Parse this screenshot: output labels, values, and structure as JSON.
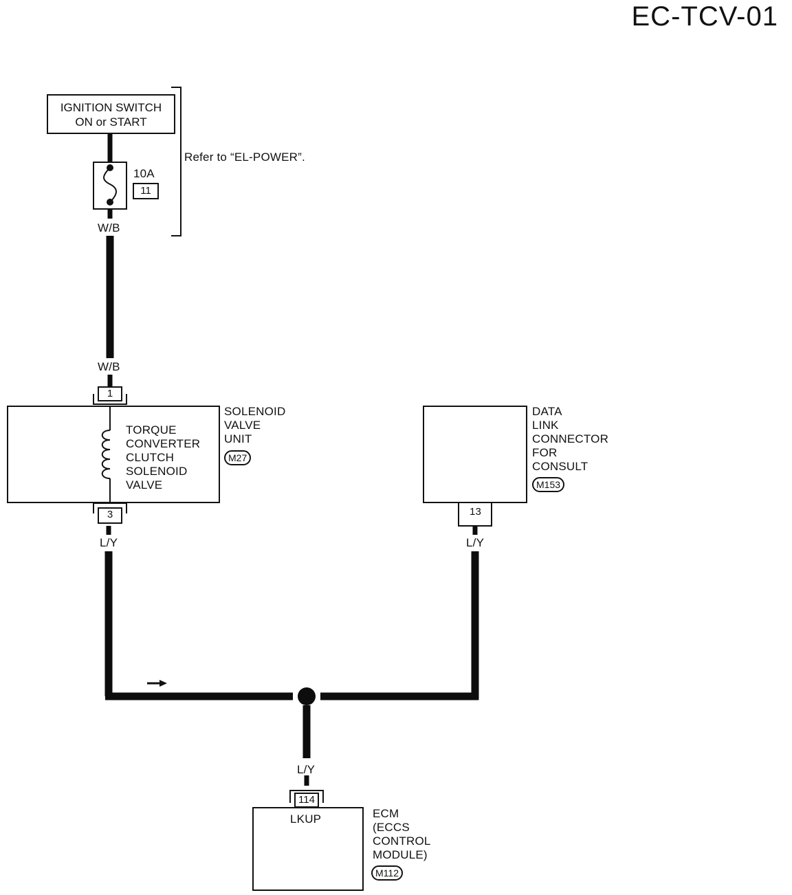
{
  "page_code": "EC-TCV-01",
  "ignition_switch": {
    "line1": "IGNITION SWITCH",
    "line2": "ON or START"
  },
  "fuse": {
    "rating": "10A",
    "number": "11"
  },
  "reference_note": "Refer to “EL-POWER”.",
  "wire_colors": {
    "ign_to_solenoid_top": "W/B",
    "ign_to_solenoid_bottom": "W/B",
    "solenoid_out": "L/Y",
    "dlc_out": "L/Y",
    "ecm_in": "L/Y"
  },
  "solenoid_unit": {
    "connector_pin_in": "1",
    "connector_pin_out": "3",
    "component_lines": [
      "TORQUE",
      "CONVERTER",
      "CLUTCH",
      "SOLENOID",
      "VALVE"
    ],
    "name_lines": [
      "SOLENOID",
      "VALVE",
      "UNIT"
    ],
    "connector_id": "M27"
  },
  "data_link_connector": {
    "pin": "13",
    "name_lines": [
      "DATA",
      "LINK",
      "CONNECTOR",
      "FOR",
      "CONSULT"
    ],
    "connector_id": "M153"
  },
  "ecm": {
    "pin": "114",
    "terminal_label": "LKUP",
    "name_lines": [
      "ECM",
      "(ECCS",
      "CONTROL",
      "MODULE)"
    ],
    "connector_id": "M112"
  },
  "colors": {
    "ink": "#111111",
    "background": "#ffffff"
  }
}
